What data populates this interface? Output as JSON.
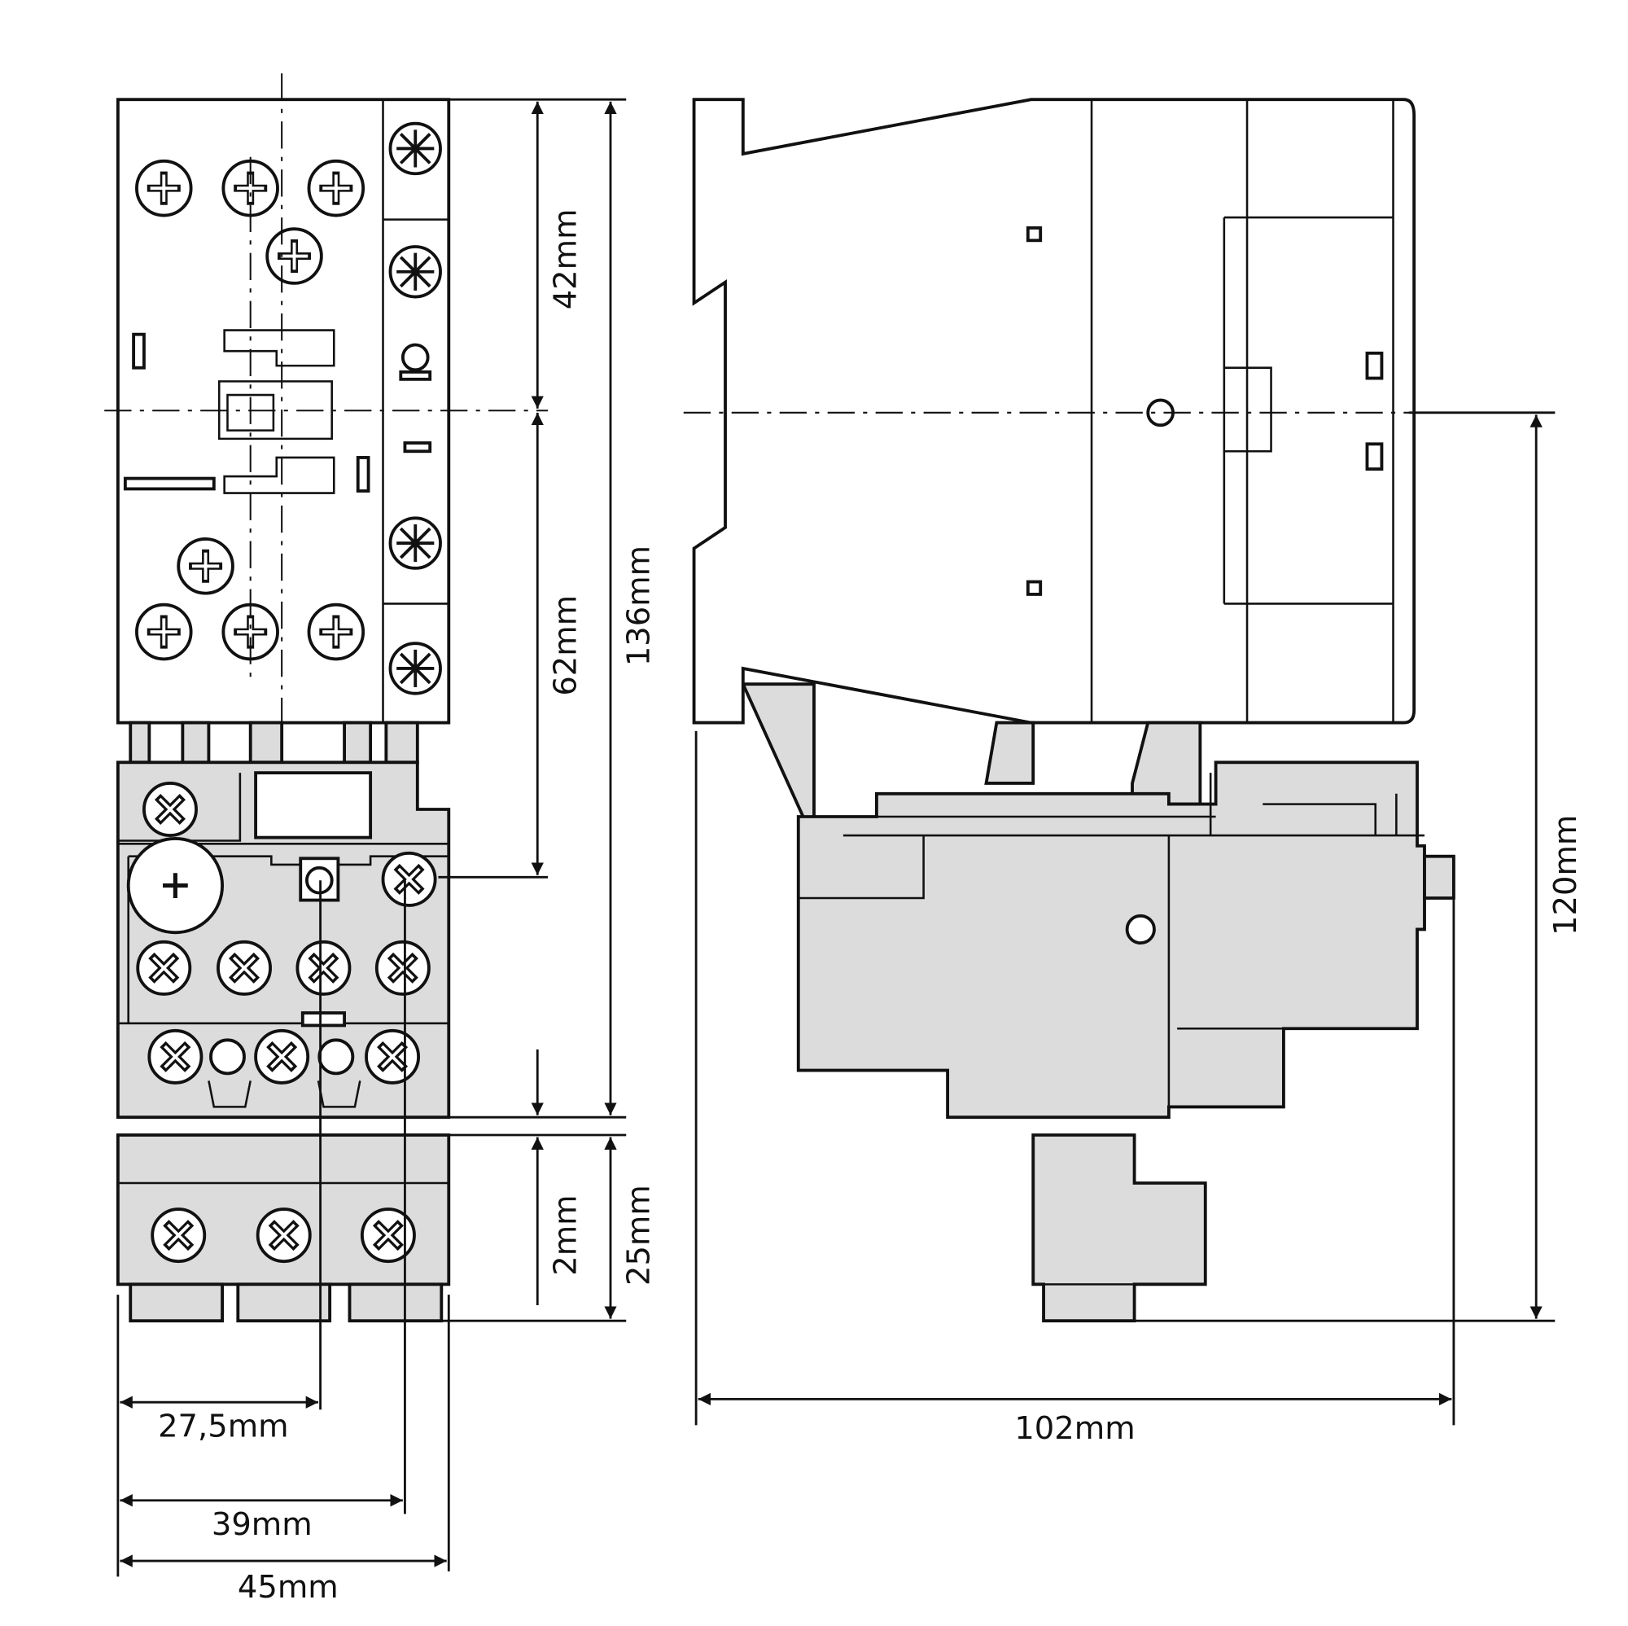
{
  "title": "Contactor with overload relay – dimension drawing",
  "dimensions": {
    "top_to_center": "42mm",
    "center_to_relay": "62mm",
    "total_height_front": "136mm",
    "gap": "2mm",
    "terminal_block": "25mm",
    "offset_1": "27,5mm",
    "offset_2": "39mm",
    "width": "45mm",
    "depth": "102mm",
    "center_to_bottom": "120mm"
  },
  "colors": {
    "line": "#111111",
    "fill": "#dcdcdc"
  }
}
